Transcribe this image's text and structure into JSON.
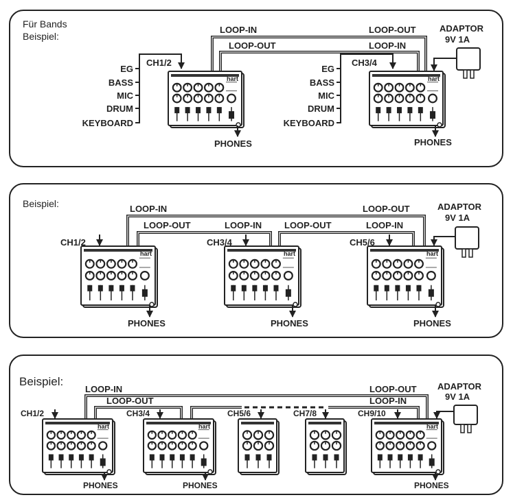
{
  "panel1": {
    "header_line1": "Für Bands",
    "header_line2": "Beispiel:",
    "loop_in_top": "LOOP-IN",
    "loop_out_top": "LOOP-OUT",
    "loop_out_inner": "LOOP-OUT",
    "loop_in_inner": "LOOP-IN",
    "adaptor_line1": "ADAPTOR",
    "adaptor_line2": "9V 1A",
    "mixer_a": {
      "channel": "CH1/2",
      "inputs": [
        "EG",
        "BASS",
        "MIC",
        "DRUM",
        "KEYBOARD"
      ],
      "phones": "PHONES"
    },
    "mixer_b": {
      "channel": "CH3/4",
      "inputs": [
        "EG",
        "BASS",
        "MIC",
        "DRUM",
        "KEYBOARD"
      ],
      "phones": "PHONES"
    }
  },
  "panel2": {
    "header": "Beispiel:",
    "loop_in_top": "LOOP-IN",
    "loop_out_top": "LOOP-OUT",
    "loop_out_1": "LOOP-OUT",
    "loop_in_1": "LOOP-IN",
    "loop_out_2": "LOOP-OUT",
    "loop_in_2": "LOOP-IN",
    "adaptor_line1": "ADAPTOR",
    "adaptor_line2": "9V 1A",
    "channels": [
      "CH1/2",
      "CH3/4",
      "CH5/6"
    ],
    "phones": "PHONES"
  },
  "panel3": {
    "header": "Beispiel:",
    "loop_in_left": "LOOP-IN",
    "loop_out_left": "LOOP-OUT",
    "loop_out_right": "LOOP-OUT",
    "loop_in_right": "LOOP-IN",
    "adaptor_line1": "ADAPTOR",
    "adaptor_line2": "9V 1A",
    "channels": [
      "CH1/2",
      "CH3/4",
      "CH5/6",
      "CH7/8",
      "CH9/10"
    ],
    "phones": "PHONES"
  },
  "brand": "hart"
}
